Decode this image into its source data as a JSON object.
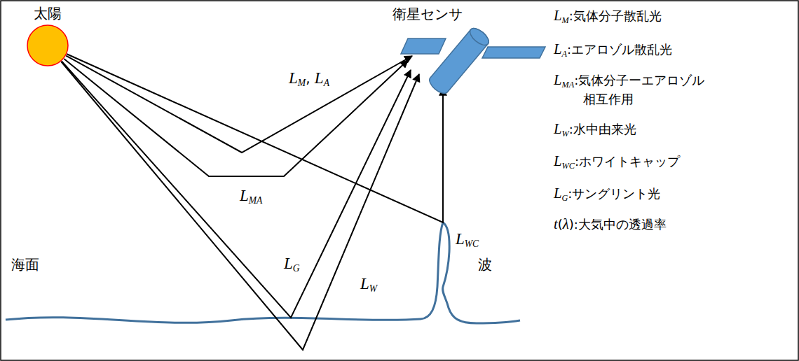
{
  "diagram": {
    "nodes": [
      {
        "text": [
          "太陽"
        ]
      },
      {
        "text": [
          "衛星センサ"
        ]
      }
    ],
    "edges": [
      {
        "from": 0,
        "to": 1,
        "arrow": "to",
        "label": "LM, LA"
      },
      {
        "from": 0,
        "to": 1,
        "arrow": "to",
        "label": "LMA"
      },
      {
        "from": 0,
        "to": 1,
        "arrow": "to",
        "label": "LG"
      },
      {
        "from": 0,
        "to": 1,
        "arrow": "to",
        "label": "LW"
      },
      {
        "from": 0,
        "to": 1,
        "arrow": "to",
        "label": "LWC"
      }
    ],
    "labels": [
      "海面",
      "波",
      "LM:気体分子散乱光",
      "LA:エアロゾル散乱光",
      "LMA:気体分子ーエアロゾル 相互作用",
      "LW:水中由来光",
      "LWC:ホワイトキャップ",
      "LG:サングリント光",
      "t(λ):大気中の透過率"
    ]
  }
}
